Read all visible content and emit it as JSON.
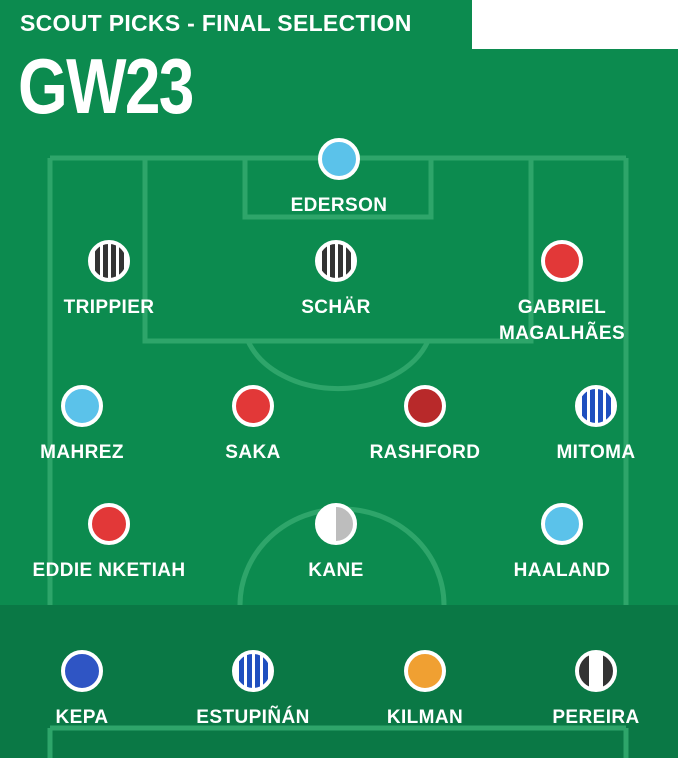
{
  "header": {
    "subtitle": "SCOUT PICKS - FINAL SELECTION",
    "title": "GW23"
  },
  "colors": {
    "pitch": "#0c8b4f",
    "bench": "#0a7845",
    "lines": "#2ea56a",
    "text": "#ffffff"
  },
  "lineup": {
    "goalkeeper": {
      "name": "EDERSON",
      "kit": "sky-blue"
    },
    "defenders": [
      {
        "name": "TRIPPIER",
        "kit": "black-white-stripes"
      },
      {
        "name": "SCHÄR",
        "kit": "black-white-stripes"
      },
      {
        "name": "GABRIEL\nMAGALHÃES",
        "kit": "red"
      }
    ],
    "midfielders": [
      {
        "name": "MAHREZ",
        "kit": "sky-blue"
      },
      {
        "name": "SAKA",
        "kit": "red"
      },
      {
        "name": "RASHFORD",
        "kit": "dark-red"
      },
      {
        "name": "MITOMA",
        "kit": "blue-white-stripes"
      }
    ],
    "forwards": [
      {
        "name": "EDDIE NKETIAH",
        "kit": "red"
      },
      {
        "name": "KANE",
        "kit": "white-grey-half"
      },
      {
        "name": "HAALAND",
        "kit": "sky-blue"
      }
    ]
  },
  "bench": [
    {
      "name": "KEPA",
      "kit": "royal-blue"
    },
    {
      "name": "ESTUPIÑÁN",
      "kit": "blue-white-stripes"
    },
    {
      "name": "KILMAN",
      "kit": "orange"
    },
    {
      "name": "PEREIRA",
      "kit": "black-white-stripes-wide"
    }
  ]
}
